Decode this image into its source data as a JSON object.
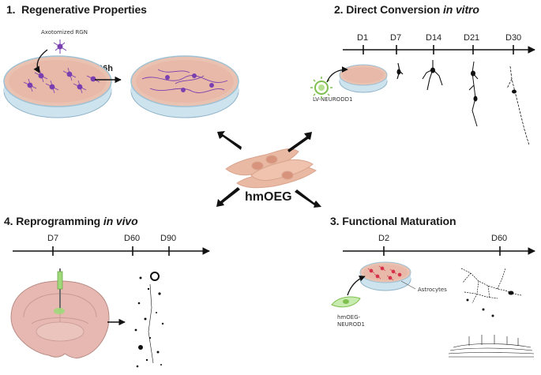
{
  "panel1": {
    "number": "1.",
    "title": "Regenerative Properties",
    "cell_label": "Axotomized RGN",
    "time": "96h"
  },
  "panel2": {
    "number": "2.",
    "title": "Direct Conversion ",
    "title_italic": "in vitro",
    "vector_label": "LV-NEURODD1",
    "ticks": [
      "D1",
      "D7",
      "D14",
      "D21",
      "D30"
    ]
  },
  "panel3": {
    "number": "3.",
    "title": "Functional Maturation",
    "cells_label": "Astrocytes",
    "cell_line_label_1": "hmOEG-",
    "cell_line_label_2": "NEUROD1",
    "ticks": [
      "D2",
      "D60"
    ]
  },
  "panel4": {
    "number": "4.",
    "title": "Reprogramming ",
    "title_italic": "in vivo",
    "ticks": [
      "D7",
      "D60",
      "D90"
    ]
  },
  "center": {
    "label": "hmOEG"
  },
  "colors": {
    "purple": "#7a3fb0",
    "dish": "#e8b9a8",
    "cell": "#e9b9a3",
    "green": "#9fd97a",
    "brain": "#e7b8b1"
  }
}
